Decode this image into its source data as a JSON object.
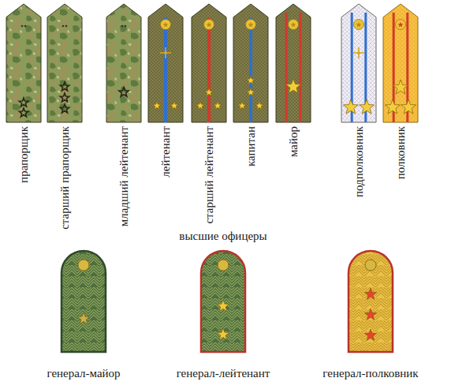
{
  "diagram": {
    "labels": [
      "прапорщик",
      "старший прапорщик",
      "младший лейтенант",
      "лейтенант",
      "старший лейтенант",
      "капитан",
      "майор",
      "подполковник",
      "полковник",
      "высшие офицеры",
      "генерал-майор",
      "генерал-лейтенант",
      "генерал-полковник"
    ]
  }
}
